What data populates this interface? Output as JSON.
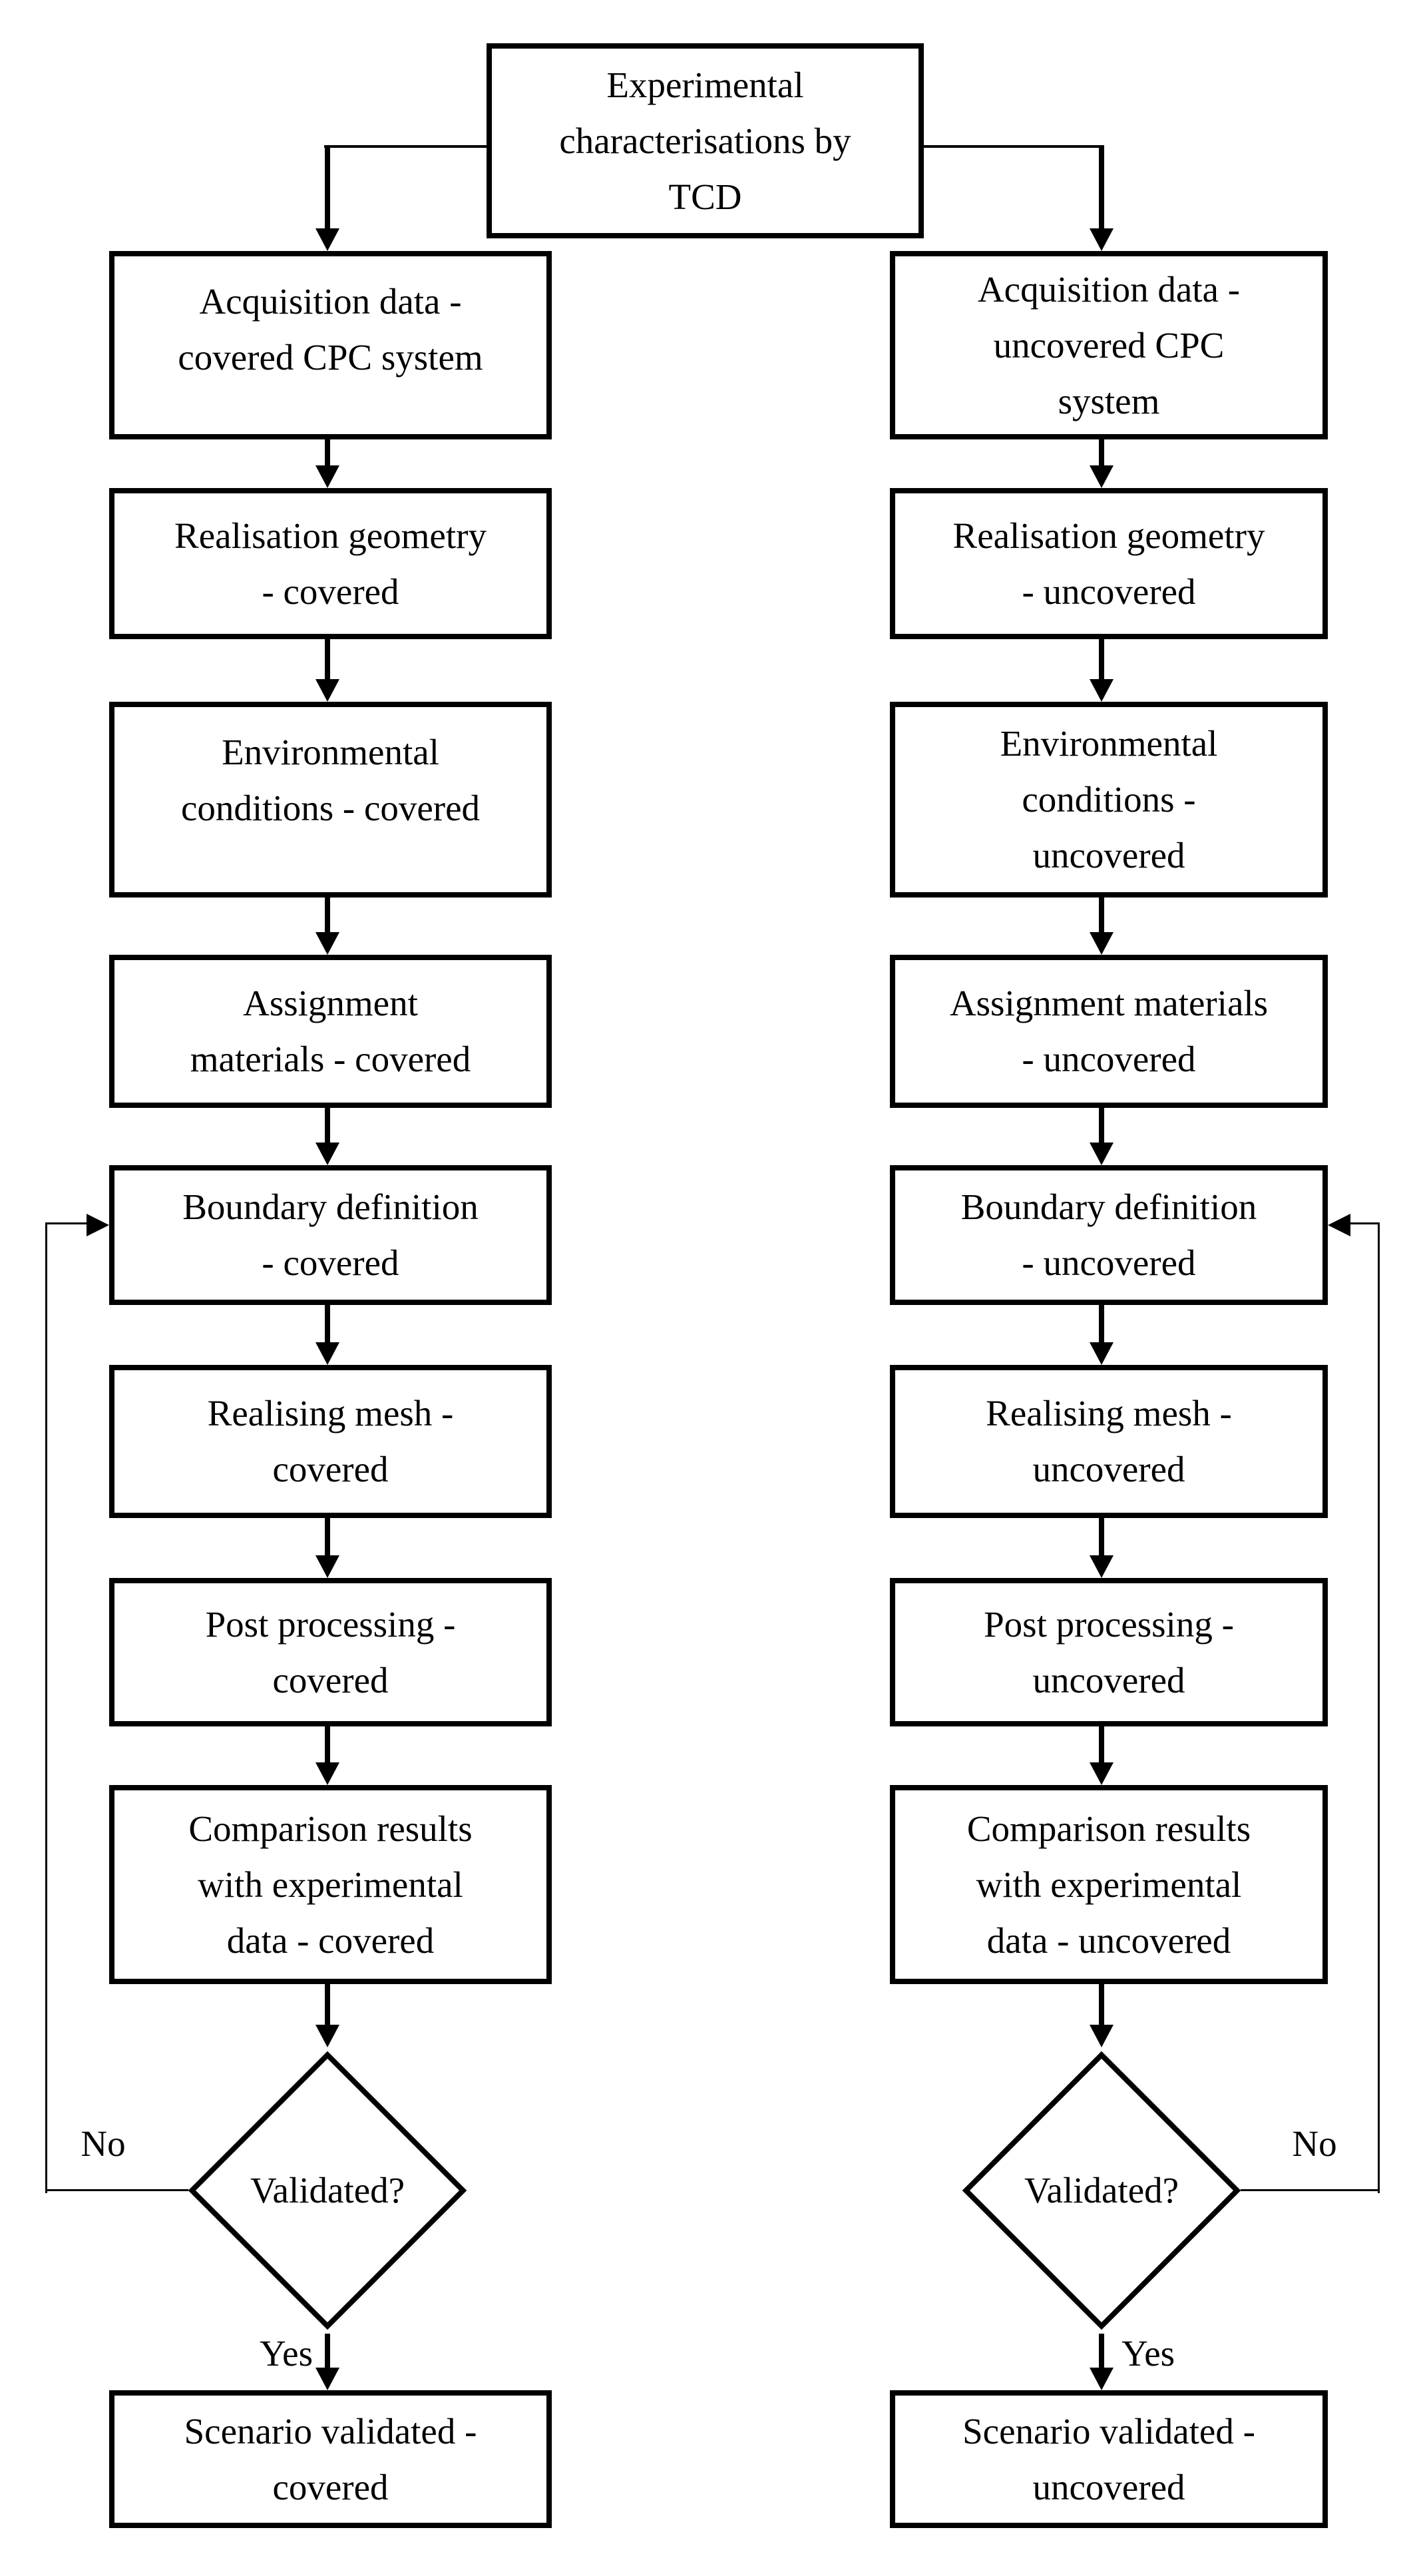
{
  "diagram": {
    "title": "Experimental\ncharacterisations by\nTCD",
    "columns": [
      {
        "id": "covered",
        "steps": [
          "Acquisition data -\ncovered CPC system",
          "Realisation geometry\n- covered",
          "Environmental\nconditions - covered",
          "Assignment\nmaterials - covered",
          "Boundary definition\n- covered",
          "Realising mesh -\ncovered",
          "Post processing -\ncovered",
          "Comparison results\nwith experimental\ndata - covered"
        ],
        "decision": "Validated?",
        "no_label": "No",
        "yes_label": "Yes",
        "result": "Scenario validated -\ncovered"
      },
      {
        "id": "uncovered",
        "steps": [
          "Acquisition data -\nuncovered CPC\nsystem",
          "Realisation geometry\n- uncovered",
          "Environmental\nconditions -\nuncovered",
          "Assignment materials\n- uncovered",
          "Boundary definition\n- uncovered",
          "Realising mesh -\nuncovered",
          "Post processing -\nuncovered",
          "Comparison results\nwith experimental\ndata - uncovered"
        ],
        "decision": "Validated?",
        "no_label": "No",
        "yes_label": "Yes",
        "result": "Scenario validated -\nuncovered"
      }
    ],
    "colors": {
      "ink": "#000000",
      "paper": "#ffffff"
    }
  }
}
